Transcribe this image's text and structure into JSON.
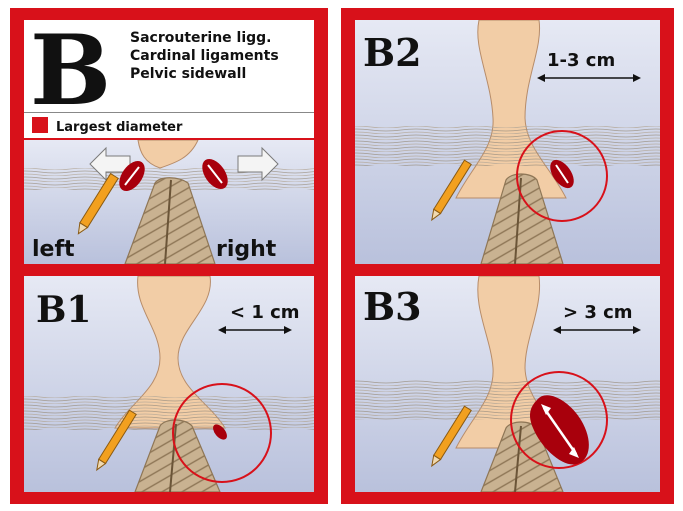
{
  "header": {
    "letter": "B",
    "lines": [
      "Sacrouterine ligg.",
      "Cardinal ligaments",
      "Pelvic sidewall"
    ]
  },
  "legend": {
    "label": "Largest diameter",
    "color": "#d8111a"
  },
  "sides": {
    "left": "left",
    "right": "right"
  },
  "subpanels": {
    "b1": {
      "title": "B1",
      "size": "< 1 cm"
    },
    "b2": {
      "title": "B2",
      "size": "1-3 cm"
    },
    "b3": {
      "title": "B3",
      "size": "> 3 cm"
    }
  },
  "colors": {
    "frame": "#d8111a",
    "background": "#c9d0e6",
    "uterus": "#f2cda6",
    "rectum": "#c7b08f",
    "lesion": "#a8000c",
    "circle": "#d8111a",
    "pencil": "#f2a01f"
  }
}
